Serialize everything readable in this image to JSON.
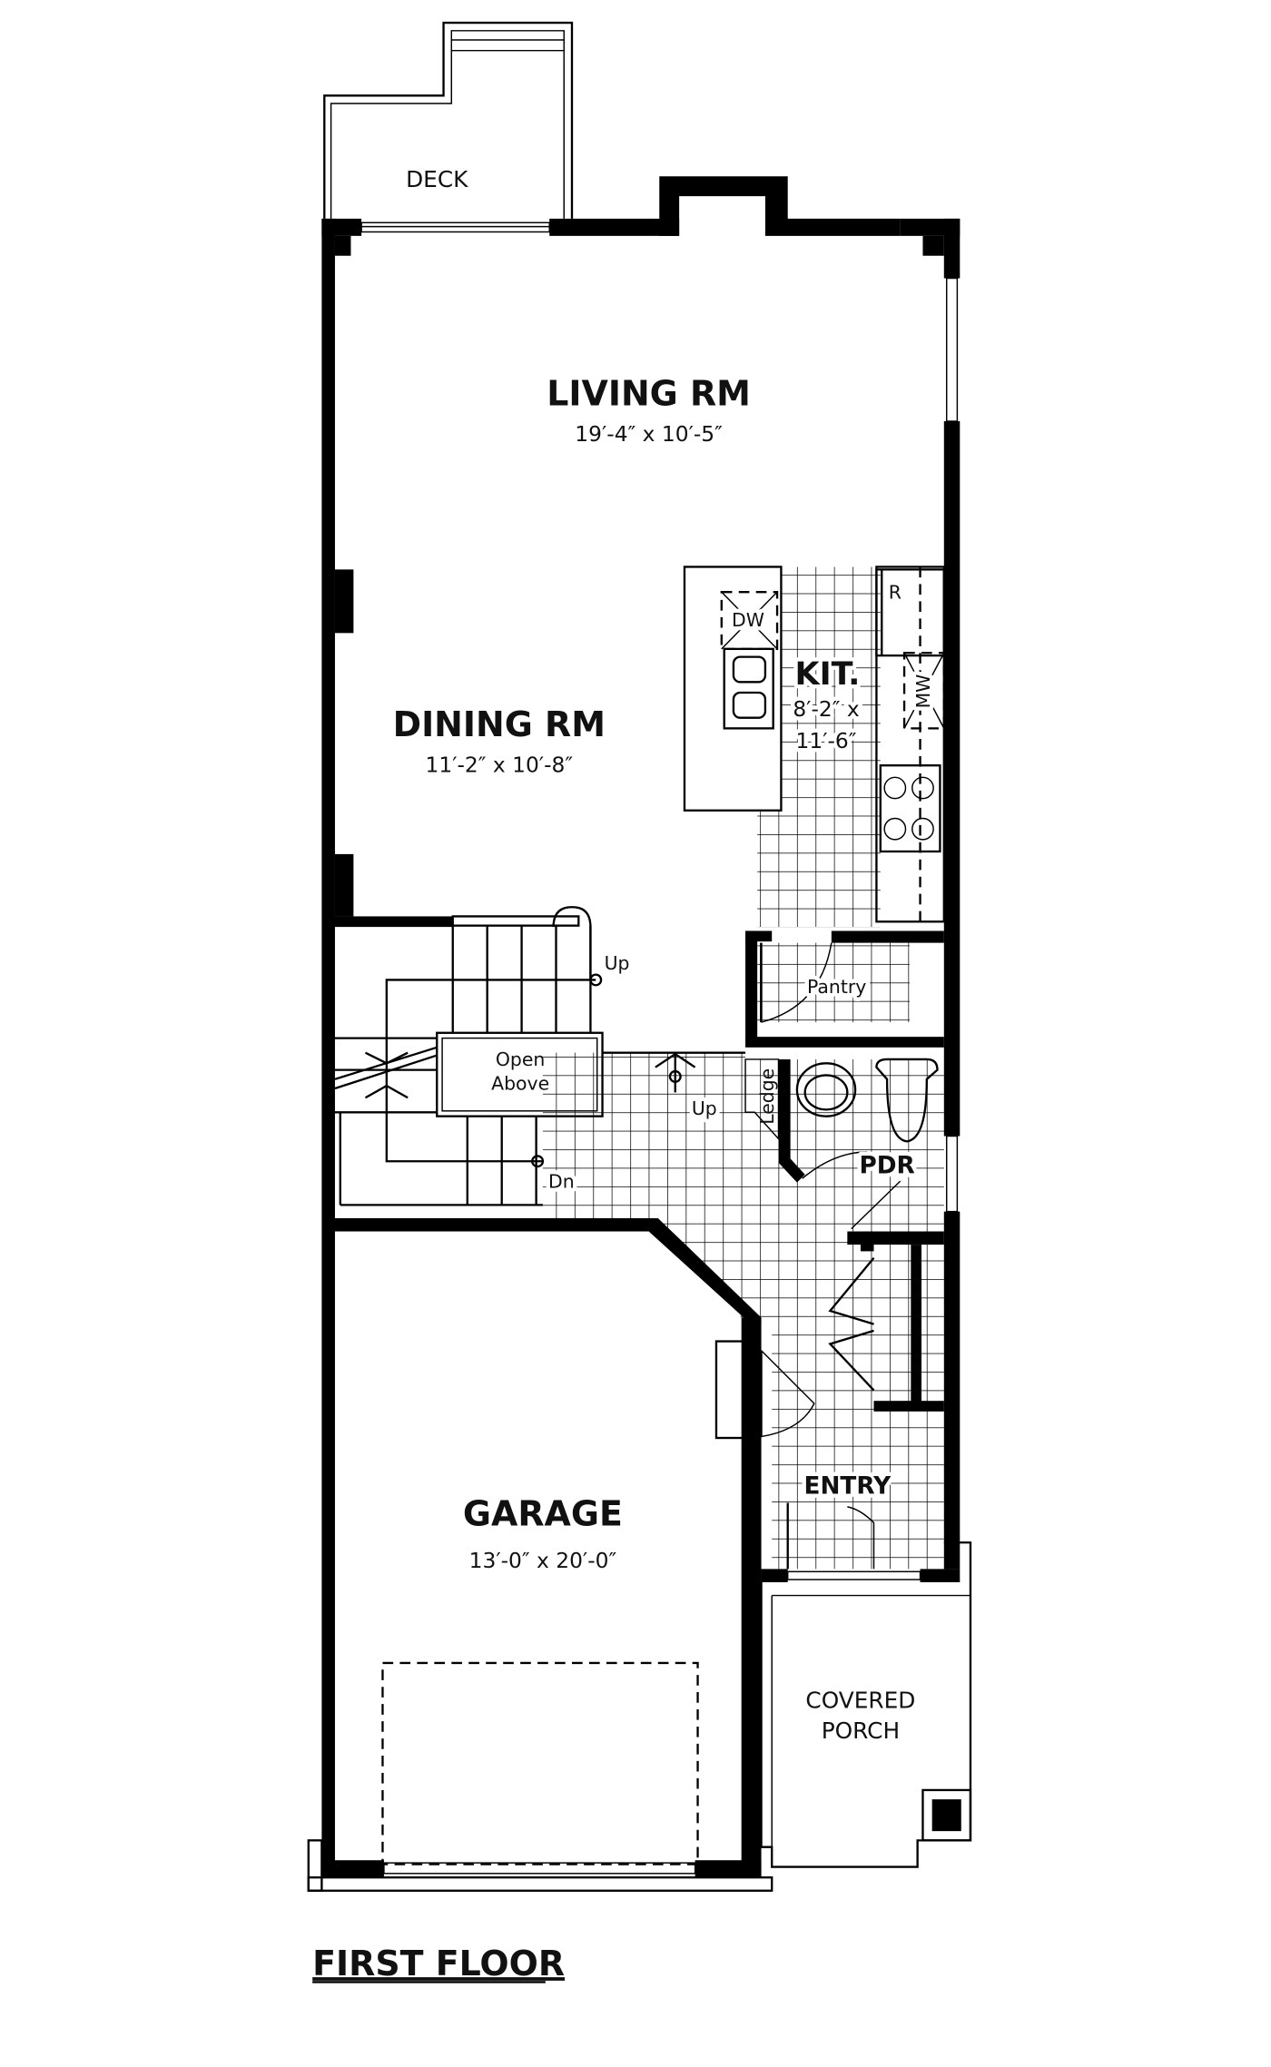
{
  "title": "FIRST FLOOR",
  "rooms": {
    "deck": {
      "label": "DECK"
    },
    "living": {
      "label": "LIVING RM",
      "dims": "19′-4″ x 10′-5″"
    },
    "dining": {
      "label": "DINING RM",
      "dims": "11′-2″ x 10′-8″"
    },
    "kitchen": {
      "label": "KIT.",
      "dims_line1": "8′-2″ x",
      "dims_line2": "11′-6″"
    },
    "pantry": {
      "label": "Pantry"
    },
    "pdr": {
      "label": "PDR"
    },
    "entry": {
      "label": "ENTRY"
    },
    "garage": {
      "label": "GARAGE",
      "dims": "13′-0″ x 20′-0″"
    },
    "porch": {
      "label_line1": "COVERED",
      "label_line2": "PORCH"
    }
  },
  "fixtures": {
    "dishwasher": "DW",
    "refrigerator": "R",
    "microwave": "MW",
    "ledge": "Ledge",
    "open_above_line1": "Open",
    "open_above_line2": "Above"
  },
  "stairs": {
    "up_main": "Up",
    "up_hall": "Up",
    "down": "Dn"
  }
}
